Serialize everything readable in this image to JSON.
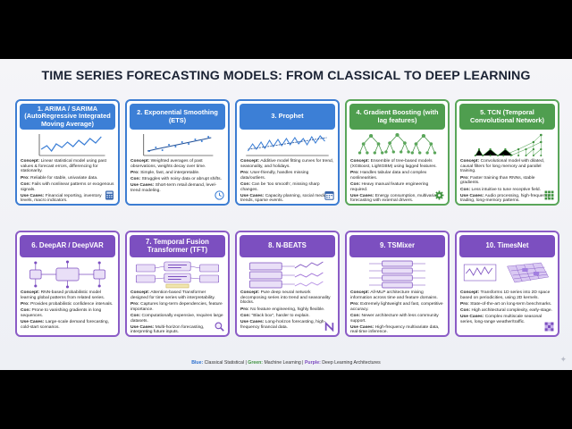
{
  "title": "TIME SERIES FORECASTING MODELS: FROM CLASSICAL TO DEEP LEARNING",
  "cards": [
    {
      "head": "1. ARIMA / SARIMA (AutoRegressive Integrated Moving Average)",
      "concept": "Linear statistical model using past values & forecast errors, differencing for stationarity.",
      "pro": "Reliable for stable, univariate data.",
      "con": "Fails with nonlinear patterns or exogenous signals.",
      "use": "Financial reporting, inventory levels, macro indicators.",
      "icon": "calculator-icon"
    },
    {
      "head": "2. Exponential Smoothing (ETS)",
      "concept": "Weighted averages of past observations, weights decay over time.",
      "pro": "Simple, fast, and interpretable.",
      "con": "Struggles with noisy data or abrupt shifts.",
      "use": "Short-term retail demand, level-trend modeling.",
      "icon": "clock-icon"
    },
    {
      "head": "3. Prophet",
      "concept": "Additive model fitting curves for trend, seasonality, and holidays.",
      "pro": "User-friendly, handles missing data/outliers.",
      "con": "Can be 'too smooth', missing sharp changes.",
      "use": "Capacity planning, social media trends, sparse events.",
      "icon": "calendar-icon"
    },
    {
      "head": "4. Gradient Boosting (with lag features)",
      "concept": "Ensemble of tree-based models (XGBoost, LightGBM) using lagged features.",
      "pro": "Handles tabular data and complex nonlinearities.",
      "con": "Heavy manual feature engineering required.",
      "use": "Energy consumption, multivariate forecasting with external drivers.",
      "icon": "gear-icon"
    },
    {
      "head": "5. TCN (Temporal Convolutional Network)",
      "concept": "Convolutional model with dilated, causal filters for long memory and parallel training.",
      "pro": "Faster training than RNNs, stable gradients.",
      "con": "Less intuitive to tune receptive field.",
      "use": "Audio processing, high-frequency trading, long-memory patterns.",
      "icon": "grid-icon"
    },
    {
      "head": "6. DeepAR / DeepVAR",
      "concept": "RNN-based probabilistic model learning global patterns from related series.",
      "pro": "Provides probabilistic confidence intervals.",
      "con": "Prone to vanishing gradients in long sequences.",
      "use": "Large-scale demand forecasting, cold-start scenarios.",
      "icon": ""
    },
    {
      "head": "7. Temporal Fusion Transformer (TFT)",
      "concept": "Attention-based Transformer designed for time series with interpretability.",
      "pro": "Captures long-term dependencies, feature importance.",
      "con": "Computationally expensive, requires large datasets.",
      "use": "Multi-horizon forecasting, interpreting future inputs.",
      "icon": "magnifier-icon"
    },
    {
      "head": "8. N-BEATS",
      "concept": "Pure deep neural network decomposing series into trend and seasonality blocks.",
      "pro": "No feature engineering, highly flexible.",
      "con": "\"Black box\", harder to explain.",
      "use": "Long-horizon forecasting, high-frequency financial data.",
      "icon": "n-logo-icon"
    },
    {
      "head": "9. TSMixer",
      "concept": "All-MLP architecture mixing information across time and feature domains.",
      "pro": "Extremely lightweight and fast, competitive accuracy.",
      "con": "Newer architecture with less community support.",
      "use": "High-frequency multivariate data, real-time inference.",
      "icon": ""
    },
    {
      "head": "10. TimesNet",
      "concept": "Transforms 1D series into 2D space based on periodicities, using 2D kernels.",
      "pro": "State-of-the-art on long-term benchmarks.",
      "con": "High architectural complexity, early-stage.",
      "use": "Complex multiscale seasonal series, long-range weather/traffic.",
      "icon": "mosaic-icon"
    }
  ],
  "labels": {
    "concept": "Concept:",
    "pro": "Pro:",
    "con": "Con:",
    "use": "Use Cases:"
  },
  "legend": {
    "blue": "Blue:",
    "blue_text": "Classical Statistical",
    "green": "Green:",
    "green_text": "Machine Learning",
    "purple": "Purple:",
    "purple_text": "Deep Learning Architectures"
  },
  "colors": {
    "blue": "#3c7fd6",
    "green": "#4f9e4f",
    "purple": "#7c4fc0"
  }
}
